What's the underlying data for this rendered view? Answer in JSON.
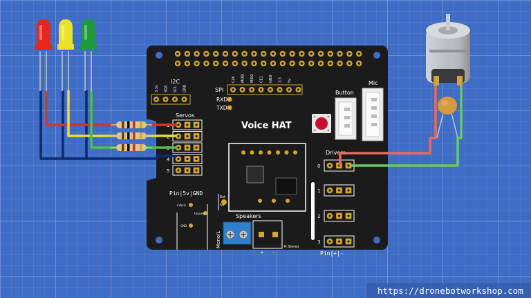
{
  "board": {
    "title": "Voice HAT",
    "i2c_label": "I2C",
    "i2c_pins": [
      "3.3v",
      "SDA",
      "SCL",
      "GND"
    ],
    "spi_label": "SPI",
    "spi_pins": [
      "CLK",
      "MOSI",
      "MISO",
      "CE1",
      "GND",
      "3.3",
      "5v"
    ],
    "rxd_label": "RXD",
    "txd_label": "TXD",
    "button_label": "Button",
    "mic_label": "Mic",
    "servos_label": "Servos",
    "servo_numbers": [
      "1",
      "2",
      "3",
      "4",
      "5"
    ],
    "servo_footer": "Pin|5v|GND",
    "drivers_label": "Drivers",
    "driver_numbers": [
      "0",
      "1",
      "2",
      "3"
    ],
    "driver_footer": "Pin|+|-",
    "speakers_label": "Speakers",
    "mono_label": "Mono/L",
    "stereo_label": "R Stereo",
    "plus_label": "+",
    "minus_label": "-",
    "vaxis_label": "+Vaxis",
    "unused_label": "Unused",
    "gnd_label": "GND",
    "ext_label": "Ext",
    "fivev_label": "5v"
  },
  "leds": [
    {
      "name": "red-led",
      "color": "#e8251f"
    },
    {
      "name": "yellow-led",
      "color": "#e9e22a"
    },
    {
      "name": "green-led",
      "color": "#1c9a3c"
    }
  ],
  "wires": {
    "red": "#d8342a",
    "yellow": "#e8e030",
    "green": "#4fc04a",
    "navy": "#0c2a6e",
    "pink": "#e86a5e",
    "motor_green": "#6cc865"
  },
  "watermark": "https://dronebotworkshop.com"
}
